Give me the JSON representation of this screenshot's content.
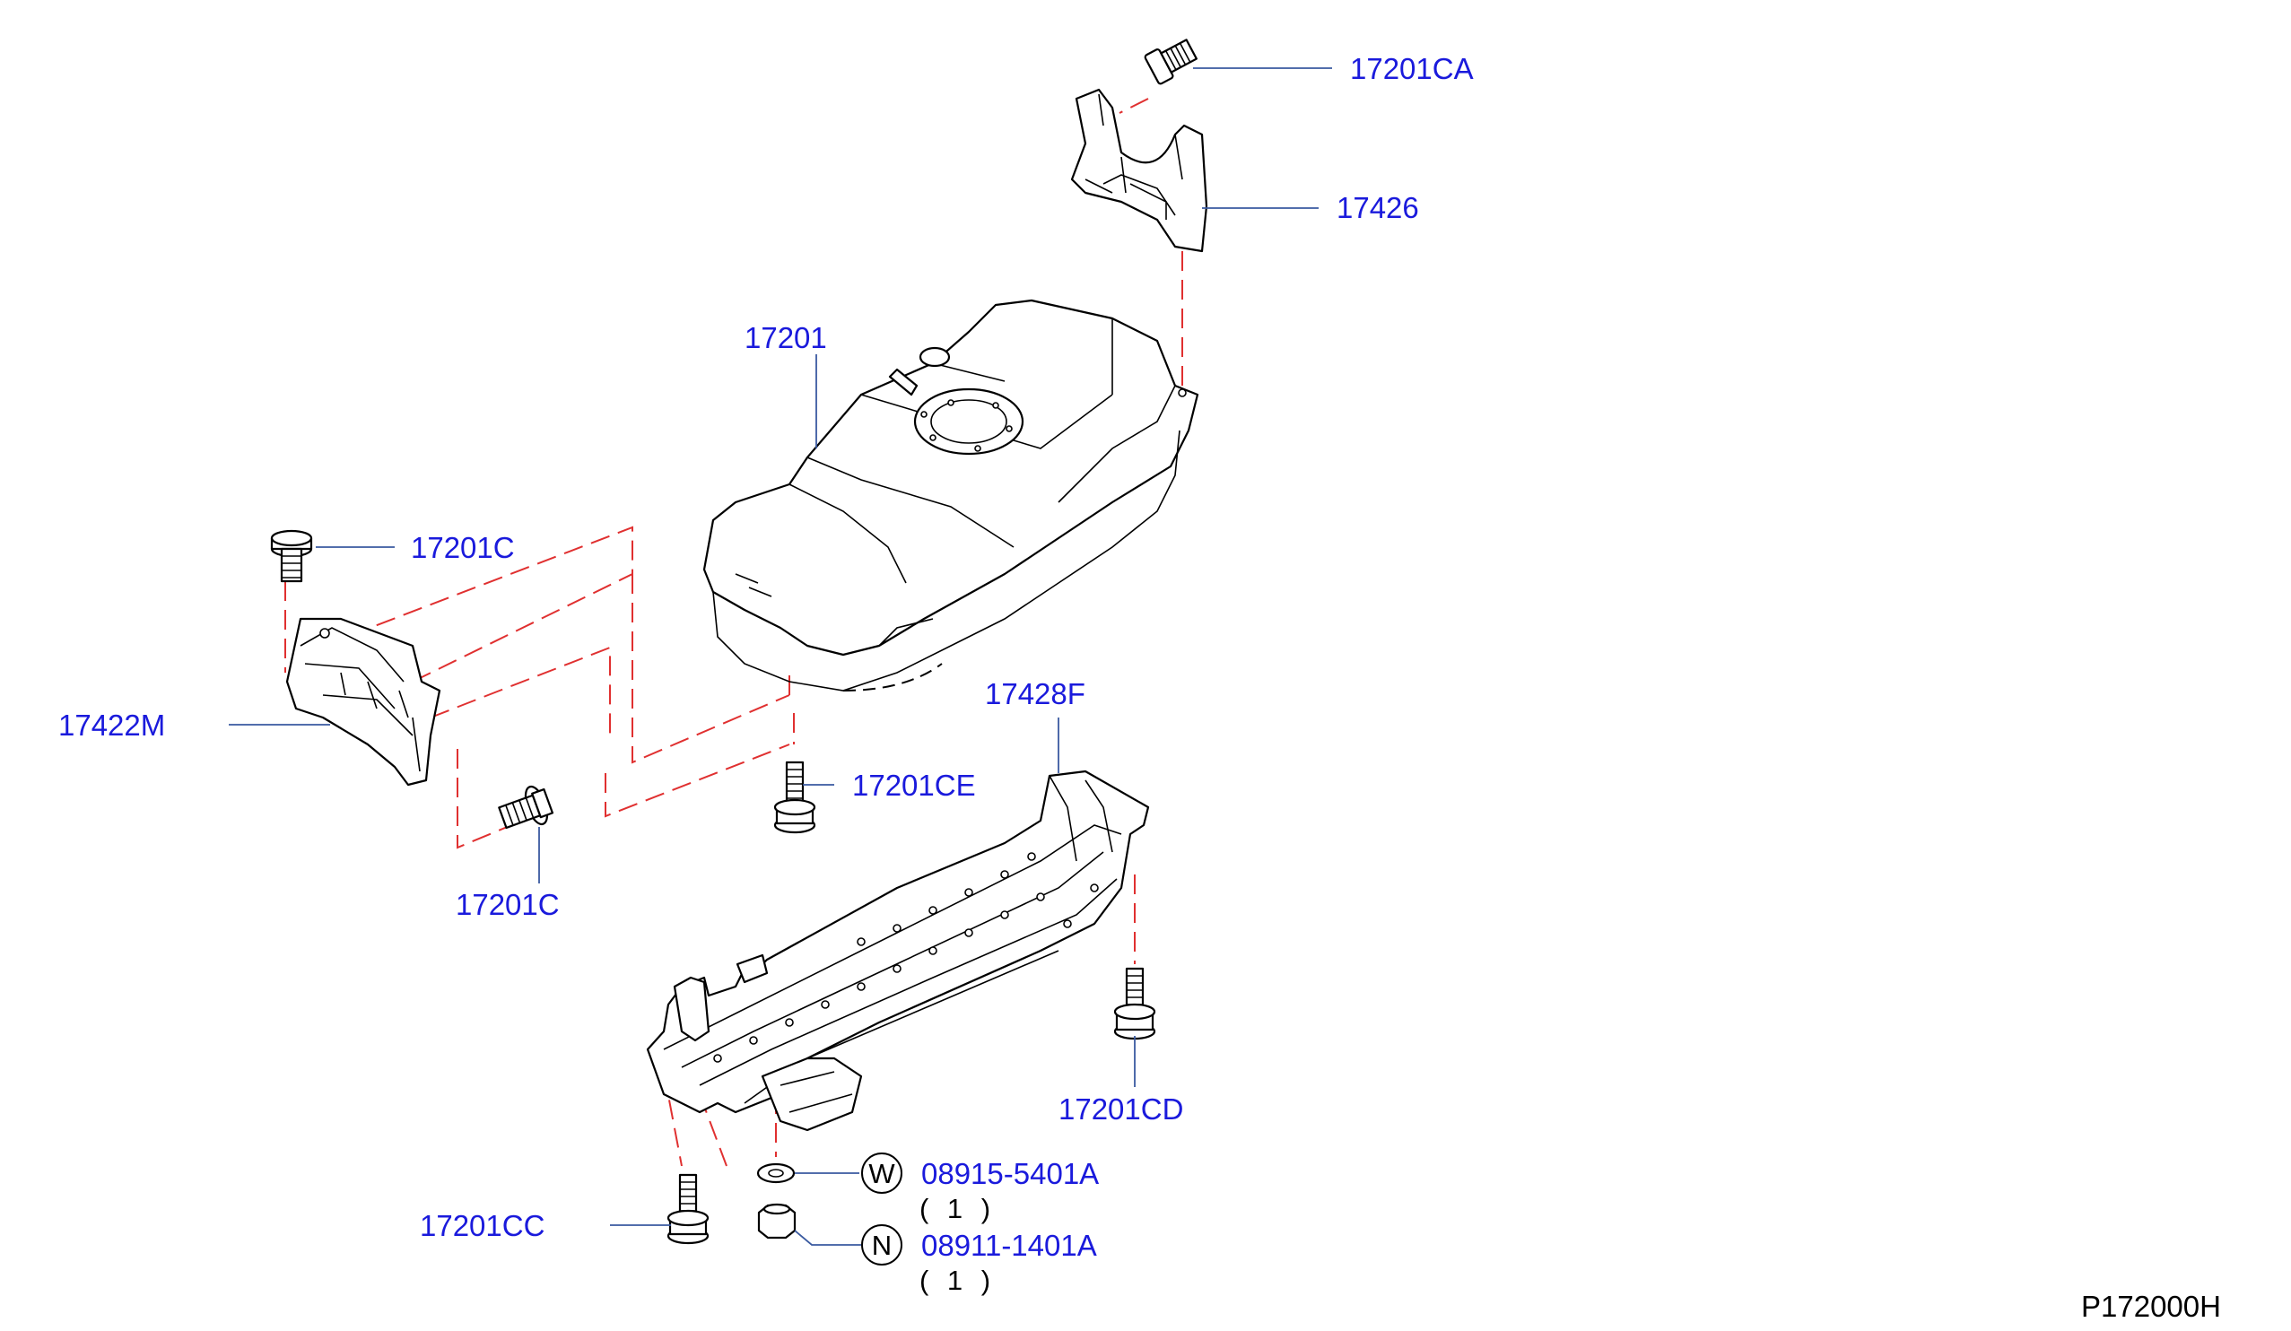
{
  "diagram": {
    "labels": {
      "p17201CA": "17201CA",
      "p17426": "17426",
      "p17201": "17201",
      "p17201C_top": "17201C",
      "p17422M": "17422M",
      "p17201C_bottom": "17201C",
      "p17201CE": "17201CE",
      "p17428": "17428F",
      "p17201CD": "17201CD",
      "p17201CC": "17201CC",
      "washer_part": "08915-5401A",
      "washer_qty": "( 1 )",
      "nut_part": "08911-1401A",
      "nut_qty": "( 1 )"
    },
    "symbols": {
      "washer": "W",
      "nut": "N"
    },
    "diagram_code": "P172000H",
    "colors": {
      "label": "#1a1adc",
      "leader": "#3a5aa0",
      "phantom_line": "#e03030"
    }
  }
}
